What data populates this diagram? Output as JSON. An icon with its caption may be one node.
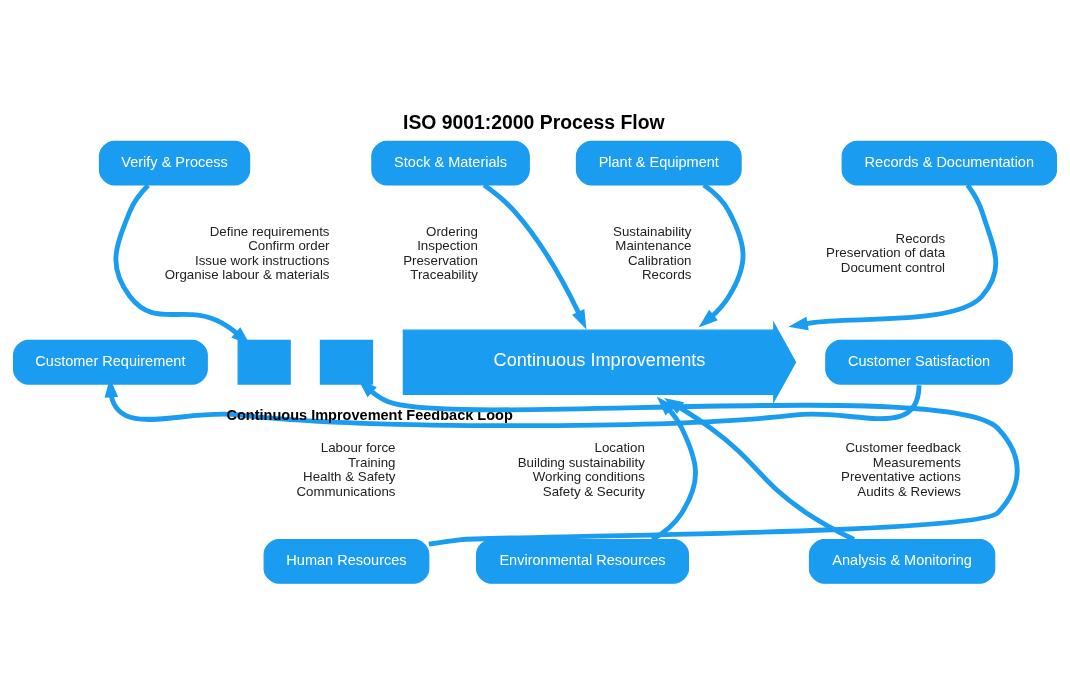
{
  "diagram": {
    "title": "ISO 9001:2000 Process Flow",
    "nodes": [
      {
        "text": [
          "Verify & Process"
        ],
        "beside": [
          "Define requirements",
          "Confirm order",
          "Issue work instructions",
          "Organise labour & materials"
        ]
      },
      {
        "text": [
          "Stock & Materials"
        ],
        "beside": [
          "Ordering",
          "Inspection",
          "Preservation",
          "Traceability"
        ]
      },
      {
        "text": [
          "Plant & Equipment"
        ],
        "beside": [
          "Sustainability",
          "Maintenance",
          "Calibration",
          "Records"
        ]
      },
      {
        "text": [
          "Records & Documentation"
        ],
        "beside": [
          "Records",
          "Preservation of data",
          "Document control"
        ]
      },
      {
        "text": [
          "Customer Requirement"
        ]
      },
      {
        "text": [],
        "shape": "box"
      },
      {
        "text": [],
        "shape": "box"
      },
      {
        "text": [
          "Continuous Improvements"
        ]
      },
      {
        "text": [
          "Customer Satisfaction"
        ]
      },
      {
        "text": [
          "Human Resources"
        ],
        "beside": [
          "Labour force",
          "Training",
          "Health & Safety",
          "Communications"
        ]
      },
      {
        "text": [
          "Environmental Resources"
        ],
        "beside": [
          "Location",
          "Building sustainability",
          "Working conditions",
          "Safety & Security"
        ]
      },
      {
        "text": [
          "Analysis & Monitoring"
        ],
        "beside": [
          "Customer feedback",
          "Measurements",
          "Preventative actions",
          "Audits & Reviews"
        ]
      }
    ],
    "edges": [
      {
        "from": 0,
        "to": 5,
        "arrow": "to"
      },
      {
        "from": 1,
        "to": 7,
        "arrow": "to"
      },
      {
        "from": 2,
        "to": 7,
        "arrow": "to"
      },
      {
        "from": 3,
        "to": 7,
        "arrow": "to"
      },
      {
        "from": 9,
        "to": 6,
        "arrow": "to"
      },
      {
        "from": 10,
        "to": 7,
        "arrow": "to"
      },
      {
        "from": 11,
        "to": 7,
        "arrow": "to"
      },
      {
        "from": 8,
        "to": 4,
        "arrow": "to",
        "label": "Continuous Improvement Feedback Loop"
      }
    ]
  }
}
